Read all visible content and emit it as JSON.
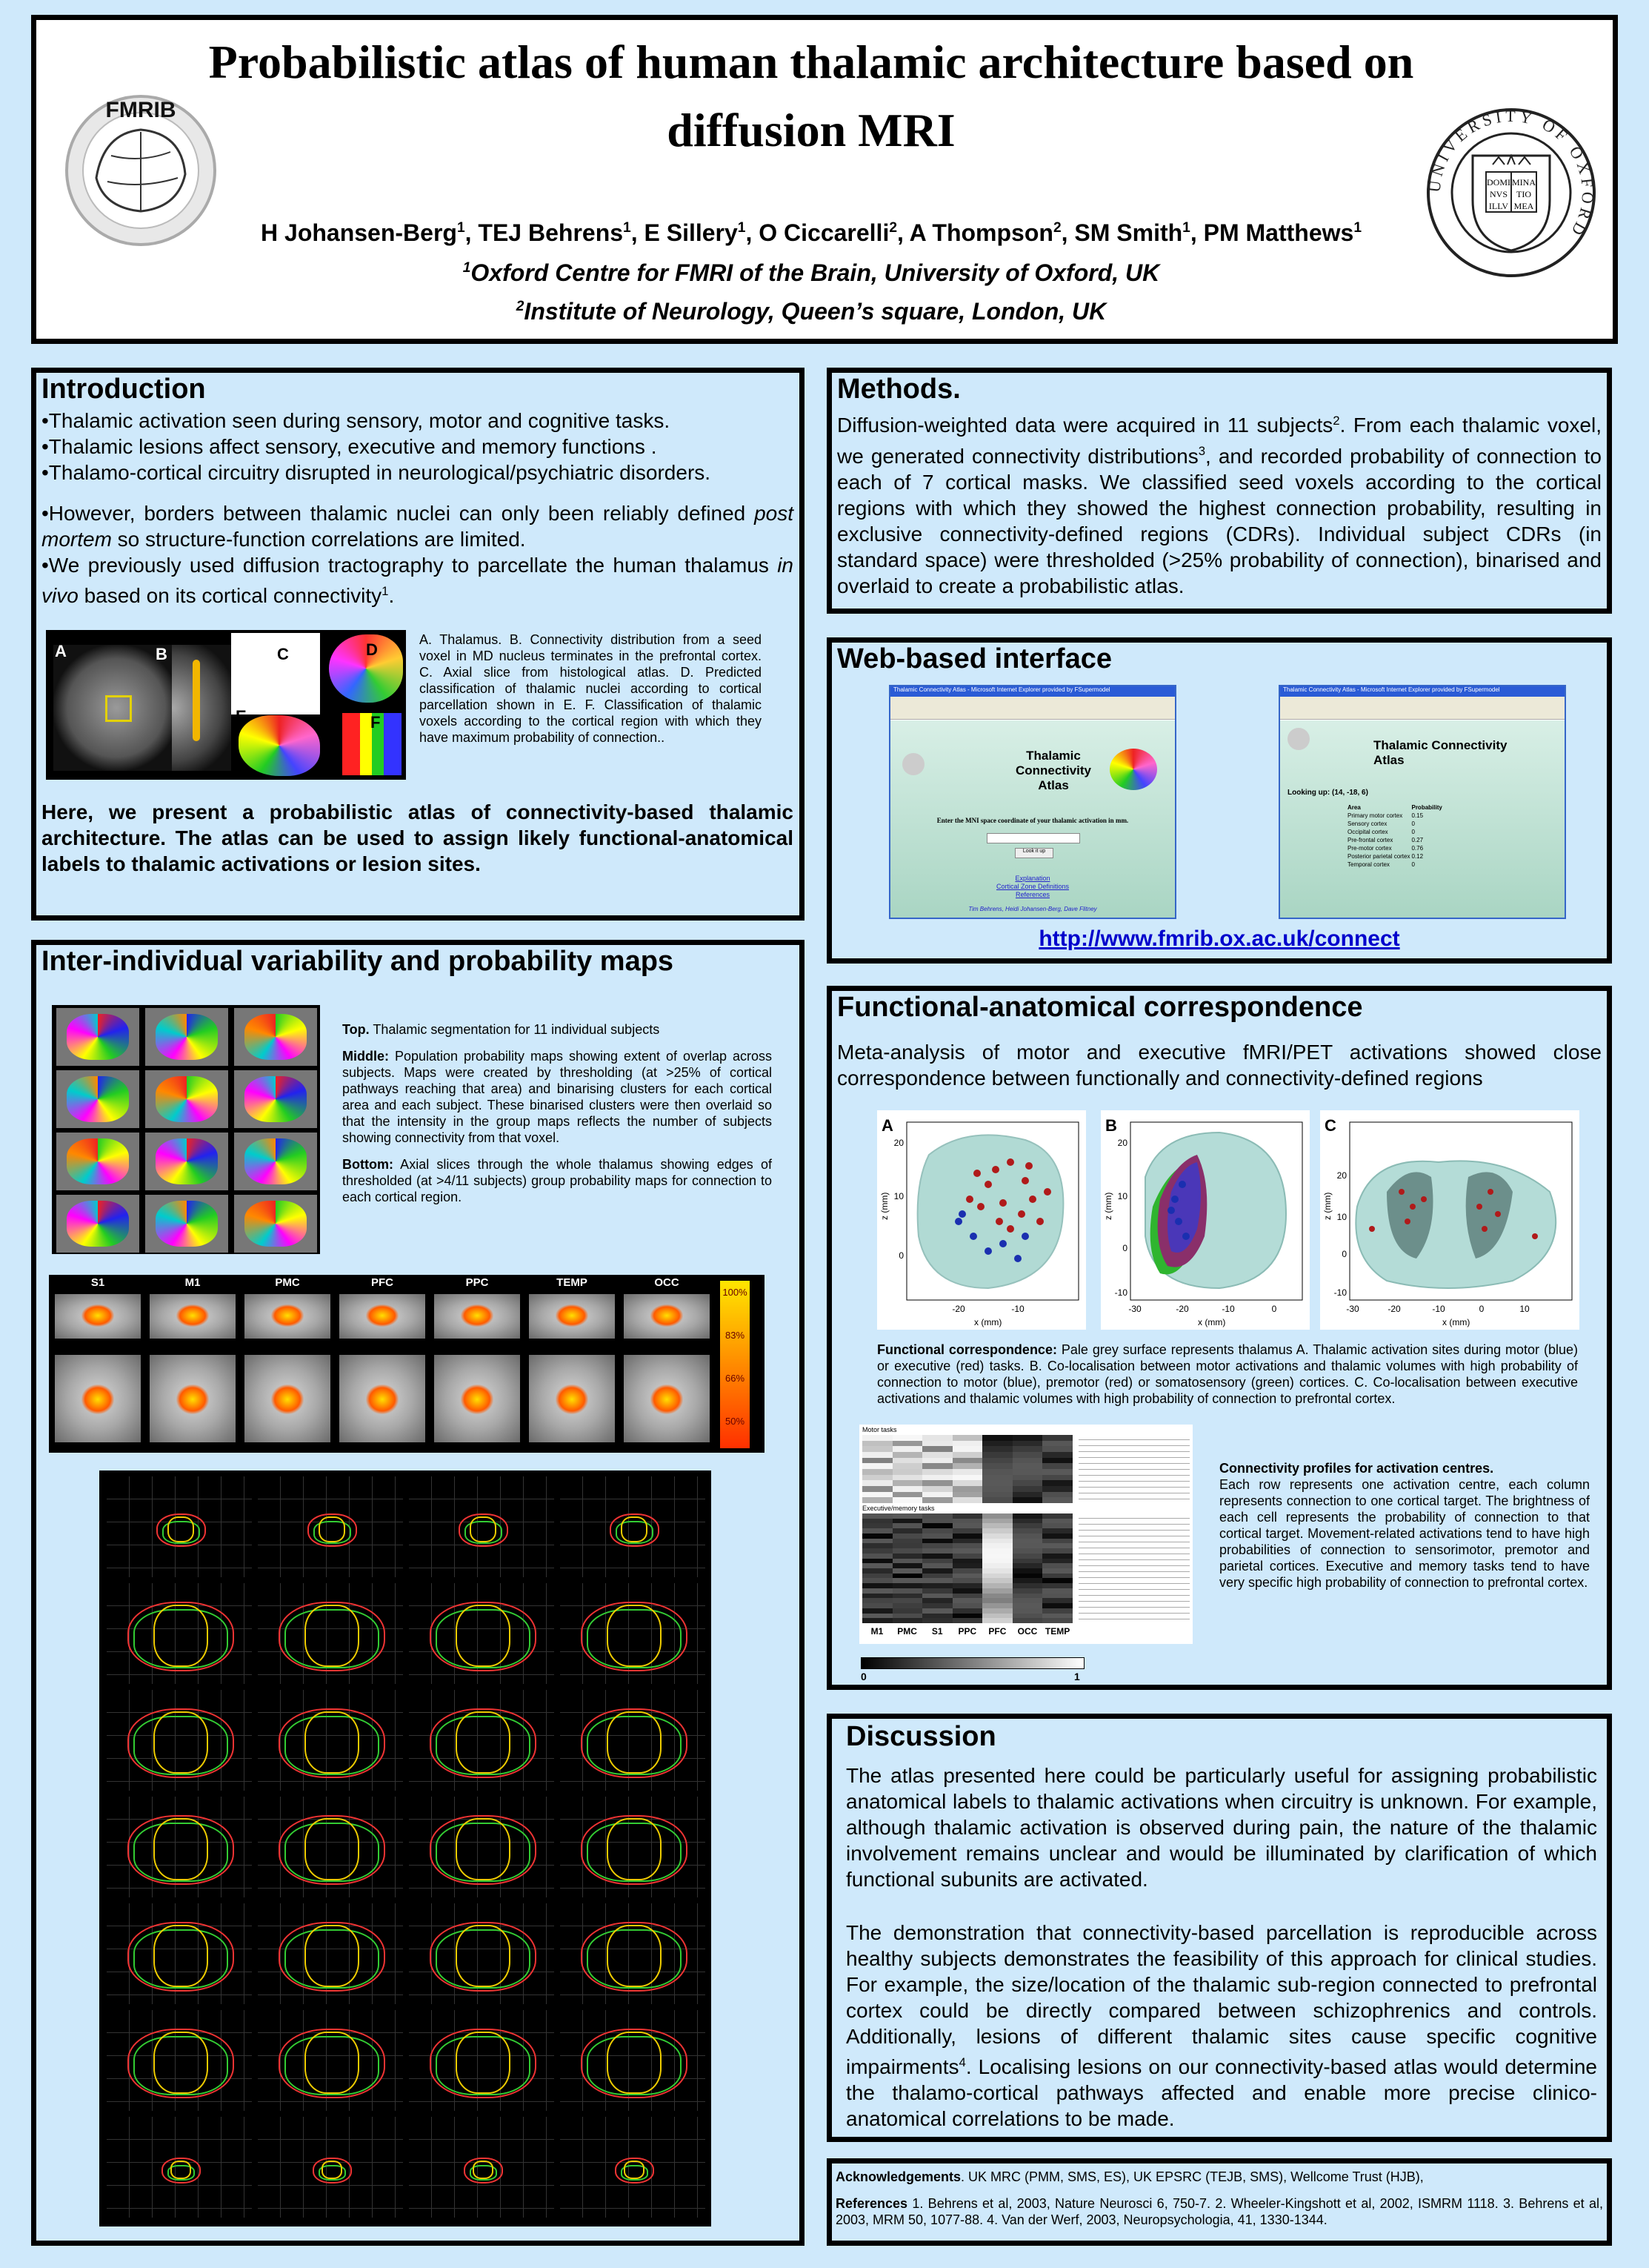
{
  "header": {
    "title_line1": "Probabilistic atlas of human thalamic architecture based on",
    "title_line2": "diffusion MRI",
    "authors": [
      {
        "name": "H Johansen-Berg",
        "aff": "1"
      },
      {
        "name": "TEJ Behrens",
        "aff": "1"
      },
      {
        "name": "E Sillery",
        "aff": "1"
      },
      {
        "name": "O Ciccarelli",
        "aff": "2"
      },
      {
        "name": "A Thompson",
        "aff": "2"
      },
      {
        "name": "SM Smith",
        "aff": "1"
      },
      {
        "name": "PM Matthews",
        "aff": "1"
      }
    ],
    "affiliation1_num": "1",
    "affiliation1": "Oxford Centre for FMRI of the Brain, University of Oxford, UK",
    "affiliation2_num": "2",
    "affiliation2": "Institute of Neurology, Queen’s square, London, UK",
    "logo_left_text": "FMRIB",
    "logo_right_text": "UNIVERSITY OF OXFORD",
    "logo_right_book": [
      "DOMI",
      "NVS",
      "ILLV",
      "MINA",
      "TIO",
      "MEA"
    ]
  },
  "introduction": {
    "title": "Introduction",
    "bullet1": "•Thalamic activation seen during sensory, motor and cognitive tasks.",
    "bullet2": "•Thalamic lesions affect sensory, executive and memory functions .",
    "bullet3": "•Thalamo-cortical circuitry disrupted in neurological/psychiatric disorders.",
    "bullet4a": "•However, borders between thalamic nuclei can only been reliably defined",
    "bullet4_em": "post mortem",
    "bullet4b": " so structure-function correlations are limited.",
    "bullet5a": "•We previously used diffusion tractography to parcellate the human thalamus",
    "bullet5_em": "in vivo",
    "bullet5b": " based on its cortical connectivity",
    "bullet5_sup": "1",
    "bullet5c": ".",
    "fig_labels": [
      "A",
      "B",
      "C",
      "D",
      "E",
      "F"
    ],
    "caption": "A. Thalamus. B. Connectivity distribution from a seed voxel in MD nucleus terminates in the prefrontal cortex. C. Axial slice from histological atlas. D. Predicted classification of thalamic nuclei according to cortical parcellation shown in E. F. Classification of thalamic voxels according to the cortical region with which they have maximum probability of connection..",
    "summary": "Here, we present a probabilistic atlas of connectivity-based thalamic architecture. The atlas can be used to assign likely functional-anatomical labels to thalamic activations or lesion sites."
  },
  "variability": {
    "title": "Inter-individual variability and probability maps",
    "top_label": "Top.",
    "top_text": " Thalamic segmentation for 11 individual subjects",
    "middle_label": "Middle:",
    "middle_text": " Population probability maps showing extent of overlap across subjects.  Maps were created by thresholding (at >25% of cortical pathways reaching that area) and binarising clusters for each cortical area and each subject.  These binarised clusters were then overlaid so that the intensity in the group maps reflects the number of subjects showing connectivity from that voxel.",
    "bottom_label": "Bottom:",
    "bottom_text": " Axial slices through the whole thalamus showing edges of thresholded (at >4/11 subjects) group probability maps for connection to each cortical region.",
    "strip_labels": [
      "S1",
      "M1",
      "PMC",
      "PFC",
      "PPC",
      "TEMP",
      "OCC"
    ],
    "scale_labels": [
      "100%",
      "83%",
      "66%",
      "50%"
    ]
  },
  "methods": {
    "title": "Methods.",
    "p1": "Diffusion-weighted data were acquired in 11 subjects",
    "p1_sup": "2",
    "p2": ". From each thalamic voxel, we generated connectivity distributions",
    "p2_sup": "3",
    "p3": ", and recorded probability of connection to each of 7 cortical masks.  We classified seed voxels according to the cortical regions with which they showed the highest connection probability, resulting in exclusive connectivity-defined regions (CDRs). Individual subject CDRs (in standard space) were thresholded (>25% probability of connection), binarised and overlaid to create a probabilistic atlas."
  },
  "web": {
    "title": "Web-based interface",
    "url": "http://www.fmrib.ox.ac.uk/connect",
    "screen1_title_bar": "Thalamic Connectivity Atlas - Microsoft Internet Explorer provided by FSupermodel",
    "screen1_heading": "Thalamic Connectivity Atlas",
    "screen1_prompt": "Enter the MNI space coordinate of your thalamic activation in mm.",
    "screen1_button": "Look it up",
    "screen1_links": [
      "Explanation",
      "Cortical Zone Definitions",
      "References"
    ],
    "screen1_footer": "Tim Behrens, Heidi Johansen-Berg, Dave Flitney",
    "screen2_title_bar": "Thalamic Connectivity Atlas - Microsoft Internet Explorer provided by FSupermodel",
    "screen2_heading": "Thalamic Connectivity Atlas",
    "screen2_lookup": "Looking up: (14, -18, 6)",
    "screen2_col1": "Area",
    "screen2_col2": "Probability",
    "screen2_rows": [
      [
        "Primary motor cortex",
        "0.15"
      ],
      [
        "Sensory cortex",
        "0"
      ],
      [
        "Occipital cortex",
        "0"
      ],
      [
        "Pre-frontal cortex",
        "0.27"
      ],
      [
        "Pre-motor cortex",
        "0.76"
      ],
      [
        "Posterior parietal cortex",
        "0.12"
      ],
      [
        "Temporal cortex",
        "0"
      ]
    ]
  },
  "functional": {
    "title": "Functional-anatomical correspondence",
    "intro": "Meta-analysis of motor and executive fMRI/PET activations showed close correspondence between functionally and connectivity-defined regions",
    "panel_labels": [
      "A",
      "B",
      "C"
    ],
    "axis_z": "z (mm)",
    "axis_x": "x (mm)",
    "a_yticks": [
      "20",
      "10",
      "0"
    ],
    "a_xticks": [
      "-20",
      "-10"
    ],
    "b_yticks": [
      "20",
      "10",
      "0",
      "-10"
    ],
    "b_xticks": [
      "-30",
      "-20",
      "-10",
      "0"
    ],
    "c_yticks": [
      "20",
      "10",
      "0",
      "-10"
    ],
    "c_xticks": [
      "-30",
      "-20",
      "-10",
      "0",
      "10"
    ],
    "caption_label": "Functional correspondence:",
    "caption": " Pale grey surface represents thalamus A. Thalamic activation sites during motor (blue) or executive (red) tasks. B. Co-localisation between motor activations and thalamic volumes with high probability of connection to motor (blue), premotor (red) or somatosensory (green) cortices. C. Co-localisation between executive activations and thalamic volumes with high probability of connection to prefrontal cortex.",
    "heat_motor_label": "Motor tasks",
    "heat_exec_label": "Executive/memory tasks",
    "heat_columns": [
      "M1",
      "PMC",
      "S1",
      "PPC",
      "PFC",
      "OCC",
      "TEMP"
    ],
    "heat_scale": [
      "0",
      "1"
    ],
    "profiles_title": "Connectivity profiles for activation centres.",
    "profiles_text": "Each row represents one activation centre, each column represents connection to one cortical target. The brightness of each cell represents the probability of connection to that cortical target. Movement-related activations tend to have high probabilities of connection to sensorimotor, premotor and parietal cortices. Executive and memory tasks tend to have very specific high probability of connection to prefrontal cortex."
  },
  "discussion": {
    "title": "Discussion",
    "p1": "The atlas presented here could be particularly useful for assigning probabilistic anatomical labels to thalamic activations when circuitry is unknown. For example, although thalamic activation is observed during pain, the nature of the thalamic involvement remains unclear and would be illuminated by clarification of which functional subunits are activated.",
    "p2a": "The demonstration that connectivity-based parcellation is reproducible across healthy subjects demonstrates the feasibility of this approach for clinical studies. For example, the size/location of the thalamic sub-region connected to prefrontal cortex could be directly compared between schizophrenics and controls. Additionally, lesions of different thalamic sites cause specific cognitive impairments",
    "p2_sup": "4",
    "p2b": ". Localising lesions on our connectivity-based atlas would determine the thalamo-cortical pathways affected and enable more precise clinico-anatomical correlations to be made."
  },
  "footer": {
    "ack_label": "Acknowledgements",
    "ack_text": ". UK MRC (PMM, SMS, ES), UK EPSRC (TEJB, SMS), Wellcome Trust (HJB),",
    "ref_label": "References",
    "ref_text": " 1. Behrens et al, 2003, Nature Neurosci 6, 750-7. 2. Wheeler-Kingshott et al, 2002, ISMRM 1118. 3. Behrens et al, 2003, MRM 50, 1077-88. 4. Van der Werf, 2003, Neuropsychologia, 41, 1330-1344."
  },
  "colors": {
    "background": "#cfe9fb",
    "border": "#000000",
    "link": "#0000cc",
    "motor_dot": "#1a2fb0",
    "exec_dot": "#b01a1a"
  }
}
